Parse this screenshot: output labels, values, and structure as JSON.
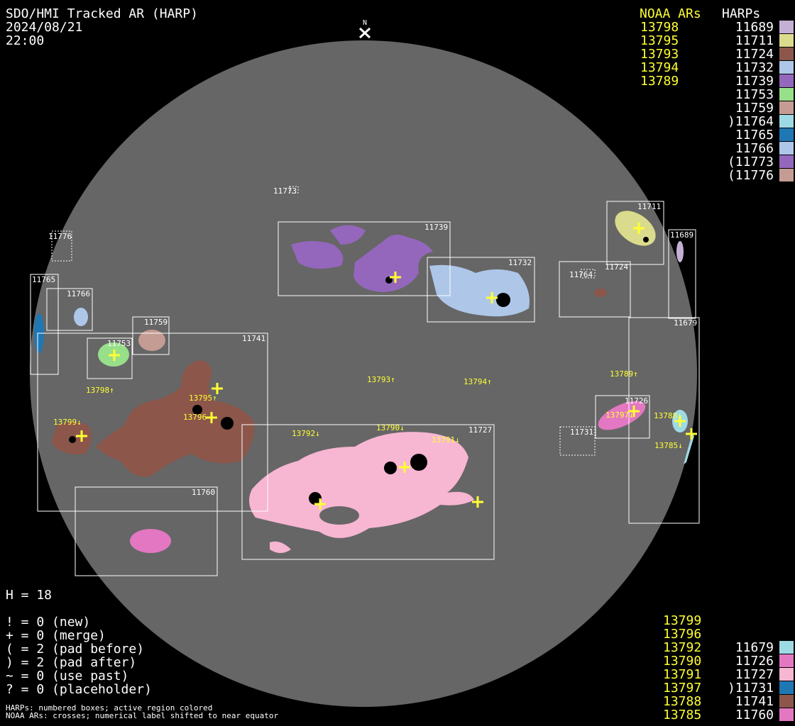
{
  "header": {
    "title": "SDO/HMI Tracked AR (HARP)",
    "date": "2024/08/21",
    "time": "22:00",
    "north": "N"
  },
  "legend_top": {
    "noaa_header": "NOAA ARs",
    "harps_header": "HARPs",
    "noaa": [
      "13798",
      "13795",
      "13793",
      "13794",
      "13789"
    ],
    "harps": [
      {
        "label": "11689",
        "color": "#c5b0d5"
      },
      {
        "label": "11711",
        "color": "#dbdb8d"
      },
      {
        "label": "11724",
        "color": "#8c564b"
      },
      {
        "label": "11732",
        "color": "#aec7e8"
      },
      {
        "label": "11739",
        "color": "#9467bd"
      },
      {
        "label": "11753",
        "color": "#98df8a"
      },
      {
        "label": "11759",
        "color": "#c49c94"
      },
      {
        "label": ")11764",
        "color": "#9edae5"
      },
      {
        "label": "11765",
        "color": "#1f77b4"
      },
      {
        "label": "11766",
        "color": "#aec7e8"
      },
      {
        "label": "(11773",
        "color": "#9467bd"
      },
      {
        "label": "(11776",
        "color": "#c49c94"
      }
    ]
  },
  "legend_bottom": {
    "noaa": [
      "13799",
      "13796",
      "13792",
      "13790",
      "13791",
      "13797",
      "13788",
      "13785"
    ],
    "harps": [
      {
        "label": "11679",
        "color": "#9edae5"
      },
      {
        "label": "11726",
        "color": "#e377c2"
      },
      {
        "label": "11727",
        "color": "#f7b6d2"
      },
      {
        "label": ")11731",
        "color": "#1f77b4"
      },
      {
        "label": "11741",
        "color": "#8c564b"
      },
      {
        "label": "11760",
        "color": "#e377c2"
      }
    ]
  },
  "stats": {
    "h": "H = 18",
    "lines": [
      "! = 0 (new)",
      "+ = 0 (merge)",
      "( = 2 (pad before)",
      ") = 2 (pad after)",
      "~ = 0 (use past)",
      "? = 0 (placeholder)"
    ]
  },
  "footnotes": [
    "HARPs: numbered boxes; active region colored",
    "NOAA ARs: crosses; numerical label shifted to near equator"
  ],
  "disk": {
    "harp_labels": {
      "h11773": "11773",
      "h11776": "11776",
      "h11739": "11739",
      "h11732": "11732",
      "h11711": "11711",
      "h11689": "11689",
      "h11724": "11724",
      "h11764": "11764",
      "h11765": "11765",
      "h11766": "11766",
      "h11759": "11759",
      "h11753": "11753",
      "h11741": "11741",
      "h11679": "11679",
      "h11726": "11726",
      "h11731": "11731",
      "h11727": "11727",
      "h11760": "11760"
    },
    "noaa_labels": {
      "n13798": "13798↑",
      "n13795": "13795↑",
      "n13796": "13796",
      "n13799": "13799↓",
      "n13793": "13793↑",
      "n13794": "13794↑",
      "n13789": "13789↑",
      "n13792": "13792↓",
      "n13790": "13790↓",
      "n13791": "13791↓",
      "n13797": "13797↓",
      "n13788": "13788↓",
      "n13785": "13785↓"
    }
  }
}
